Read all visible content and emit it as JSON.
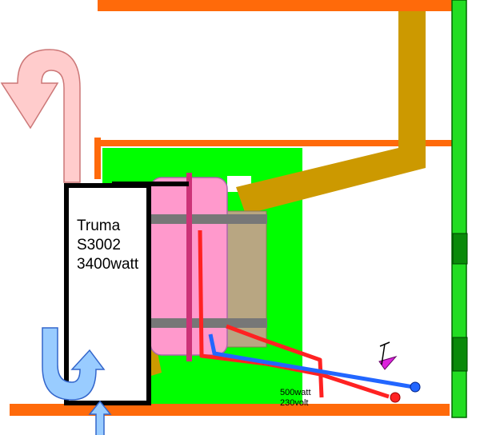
{
  "heater": {
    "label_lines": [
      "Truma",
      "S3002",
      "3400watt"
    ]
  },
  "element": {
    "label_lines": [
      "500watt",
      "230volt"
    ]
  },
  "colors": {
    "floor": "#ff6a0a",
    "wall": "#22dd22",
    "heater_box": "#00ff00",
    "exchanger": "#ff99cc",
    "chimney": "#cc9900",
    "rear_block": "#b8a682",
    "clamp": "#777777",
    "wire_live": "#ff2222",
    "wire_neutral": "#2266ff",
    "hot_air": "#ffcccc",
    "cold_air": "#99ccff",
    "thermostat": "#dd22dd"
  },
  "icons": {
    "hot_air_out": "u-turn-arrow-icon",
    "cold_air_in": "u-turn-arrow-icon",
    "intake": "up-arrow-icon",
    "thermostat": "thermostat-icon"
  }
}
